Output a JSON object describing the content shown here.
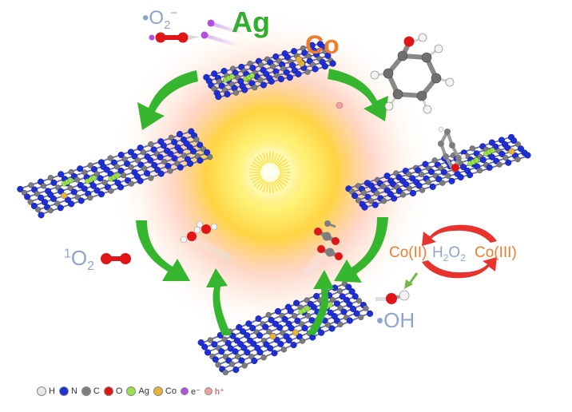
{
  "labels": {
    "superoxide_prefix": "•O",
    "superoxide_sub": "2",
    "superoxide_sup": "−",
    "silver": "Ag",
    "cobalt": "Co",
    "singlet_sup": "1",
    "singlet_o": "O",
    "singlet_sub": "2",
    "co_ii": "Co(II)",
    "h2o2_h": "H",
    "h2o2_sub1": "2",
    "h2o2_o": "O",
    "h2o2_sub2": "2",
    "co_iii": "Co(III)",
    "hydroxyl": "•OH"
  },
  "legend": [
    {
      "symbol": "H",
      "color": "#e8e8e8"
    },
    {
      "symbol": "N",
      "color": "#1f2fd6"
    },
    {
      "symbol": "C",
      "color": "#7d7d7d"
    },
    {
      "symbol": "O",
      "color": "#e01515"
    },
    {
      "symbol": "Ag",
      "color": "#9be24a"
    },
    {
      "symbol": "Co",
      "color": "#e7b43a"
    },
    {
      "symbol": "e⁻",
      "color": "#b04fe0"
    },
    {
      "symbol": "h⁺",
      "color": "#f0a0a0"
    }
  ],
  "colors": {
    "arrow_green": "#36b52f",
    "cycle_red": "#e8322d",
    "nitrogen": "#1f2fd6",
    "carbon": "#7d7d7d",
    "oxygen": "#e01515",
    "hydrogen": "#f2f2f2",
    "silver": "#9be24a",
    "cobalt": "#e7b43a"
  }
}
